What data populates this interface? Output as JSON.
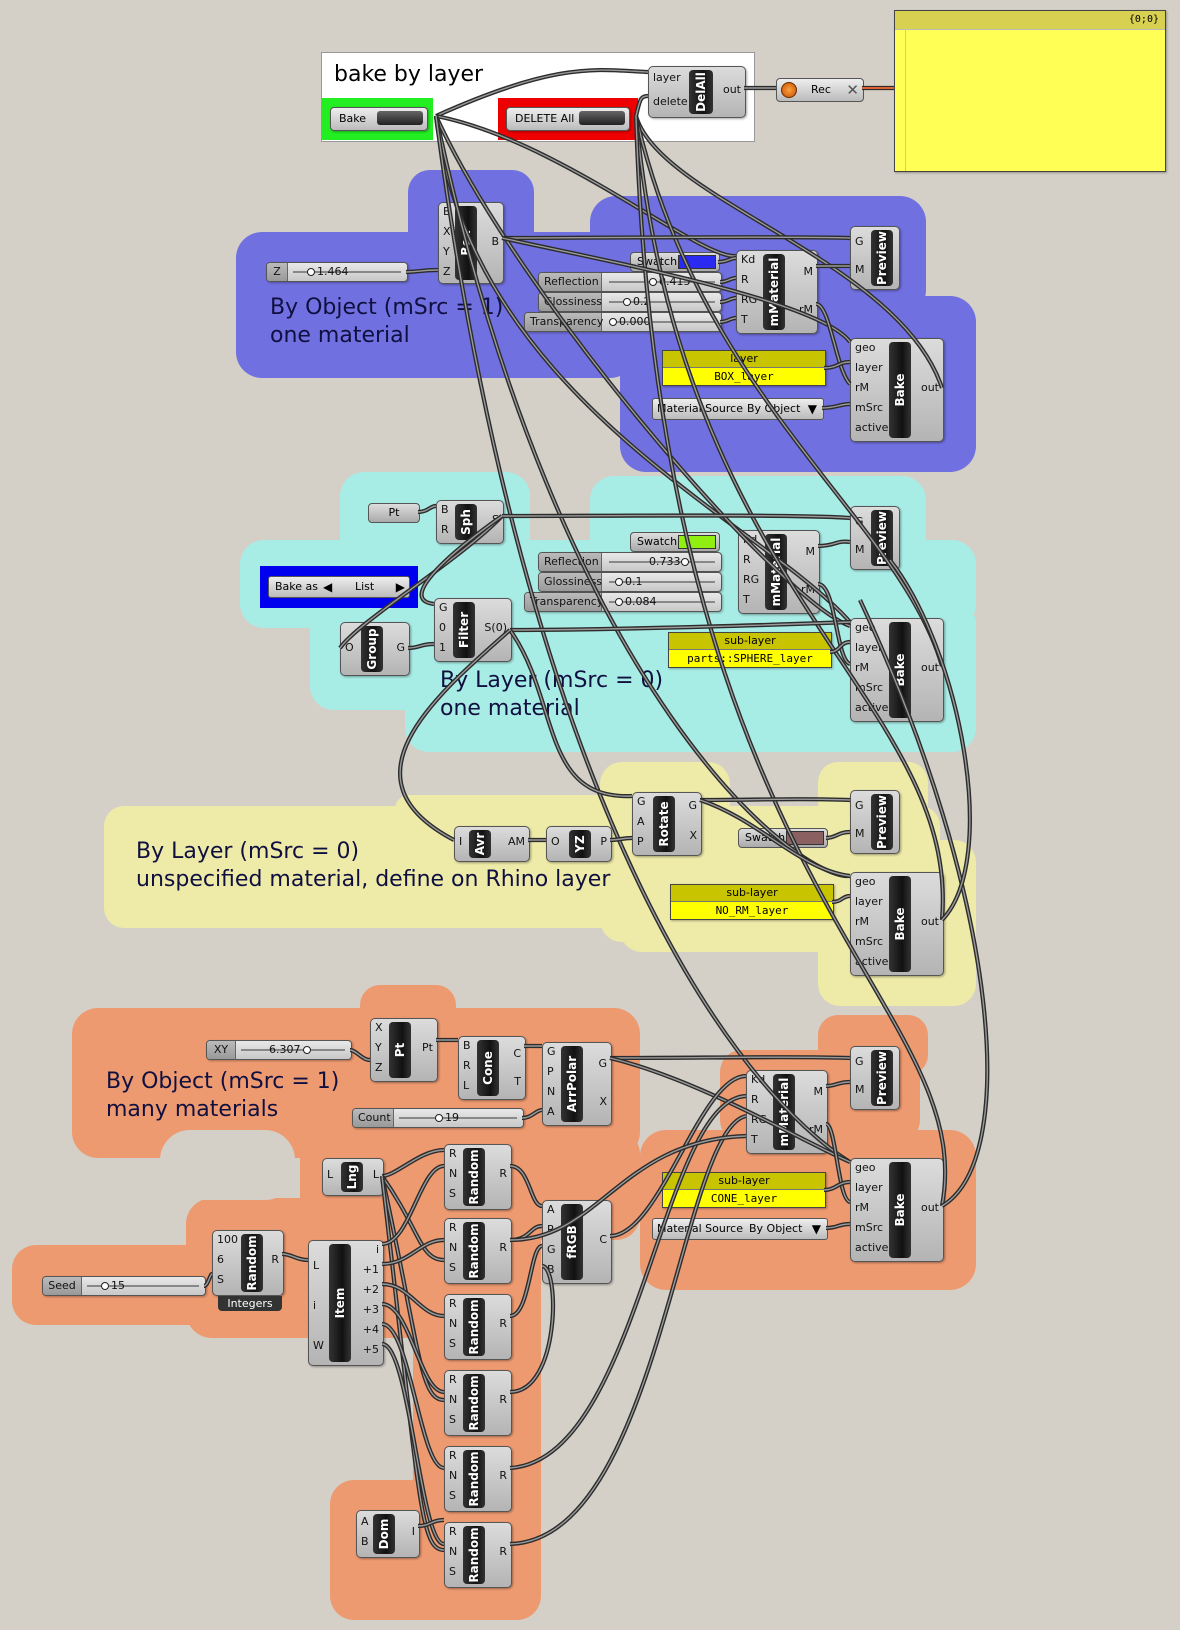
{
  "top": {
    "title": "bake by layer",
    "bake_label": "Bake",
    "delete_label": "DELETE All",
    "delall": {
      "name": "DelAll",
      "inputs": [
        "layer",
        "delete"
      ],
      "outputs": [
        "out"
      ]
    },
    "rec": {
      "label": "Rec"
    },
    "out_panel": {
      "header": "{0;0}"
    }
  },
  "groups": {
    "g1": "By Object (mSrc = 1)\none material",
    "g2": "By Layer (mSrc = 0)\none material",
    "g3": "By Layer (mSrc = 0)\nunspecified material, define on Rhino layer",
    "g4": "By Object (mSrc = 1)\nmany materials"
  },
  "pins": {
    "box_in": [
      "B",
      "X",
      "Y",
      "Z"
    ],
    "box_out": [
      "B"
    ],
    "mat_in": [
      "Kd",
      "R",
      "RG",
      "T"
    ],
    "mat_out": [
      "M",
      "rM"
    ],
    "preview_in": [
      "G",
      "M"
    ],
    "bake_in": [
      "geo",
      "layer",
      "rM",
      "mSrc",
      "active"
    ],
    "bake_out": [
      "out"
    ],
    "sph_in": [
      "B",
      "R"
    ],
    "sph_out": [
      "S"
    ],
    "filter_in": [
      "G",
      "0",
      "1"
    ],
    "filter_out": [
      "S(0)"
    ],
    "group_in": [
      "O"
    ],
    "group_out": [
      "G"
    ],
    "rot_in": [
      "G",
      "A",
      "P"
    ],
    "rot_out": [
      "G",
      "X"
    ],
    "avr_in": [
      "I"
    ],
    "avr_out": [
      "AM"
    ],
    "yz_in": [
      "O"
    ],
    "yz_out": [
      "P"
    ],
    "pt_in": [
      "X",
      "Y",
      "Z"
    ],
    "pt_out": [
      "Pt"
    ],
    "cone_in": [
      "B",
      "R",
      "L"
    ],
    "cone_out": [
      "C",
      "T"
    ],
    "arr_in": [
      "G",
      "P",
      "N",
      "A"
    ],
    "arr_out": [
      "G",
      "X"
    ],
    "lng_in": [
      "L"
    ],
    "lng_out": [
      "L"
    ],
    "rnd_in": [
      "R",
      "N",
      "S"
    ],
    "rnd_out": [
      "R"
    ],
    "frgb_in": [
      "A",
      "R",
      "G",
      "B"
    ],
    "frgb_out": [
      "C"
    ],
    "int_in": [
      "100",
      "6",
      "S"
    ],
    "int_out": [
      "R"
    ],
    "item_in": [
      "L",
      "i",
      "W"
    ],
    "item_out": [
      "i",
      "+1",
      "+2",
      "+3",
      "+4",
      "+5"
    ],
    "dom_in": [
      "A",
      "B"
    ],
    "dom_out": [
      "I"
    ]
  },
  "names": {
    "box": "Box",
    "mmaterial": "mMaterial",
    "preview": "Preview",
    "bake": "Bake",
    "sph": "Sph",
    "filter": "Filter",
    "group": "Group",
    "rotate": "Rotate",
    "avr": "Avr",
    "yz": "YZ",
    "pt": "Pt",
    "cone": "Cone",
    "arrpolar": "ArrPolar",
    "lng": "Lng",
    "random": "Random",
    "frgb": "fRGB",
    "item": "Item",
    "dom": "Dom",
    "integers": "Integers"
  },
  "s1": {
    "z": {
      "label": "Z",
      "value": "1.464"
    },
    "swatch": {
      "label": "Swatch",
      "color": "#2a2af0"
    },
    "reflection": {
      "label": "Reflection",
      "value": "0.415"
    },
    "glossiness": {
      "label": "Glossiness",
      "value": "0.2"
    },
    "transparency": {
      "label": "Transparency",
      "value": "0.000"
    },
    "layer_panel": {
      "header": "layer",
      "body": "BOX_layer"
    },
    "matsrc": {
      "label": "Material Source",
      "value": "By Object"
    }
  },
  "s2": {
    "pt": "Pt",
    "swatch": {
      "label": "Swatch",
      "color": "#90ee10"
    },
    "reflection": {
      "label": "Reflection",
      "value": "0.733"
    },
    "glossiness": {
      "label": "Glossiness",
      "value": "0.1"
    },
    "transparency": {
      "label": "Transparency",
      "value": "0.084"
    },
    "bakeas": {
      "label": "Bake as",
      "value": "List"
    },
    "layer_panel": {
      "header": "sub-layer",
      "body": "parts::SPHERE_layer"
    }
  },
  "s3": {
    "swatch": {
      "label": "Swatch",
      "color": "#8a6060"
    },
    "layer_panel": {
      "header": "sub-layer",
      "body": "NO_RM_layer"
    }
  },
  "s4": {
    "xy": {
      "label": "XY",
      "value": "6.307"
    },
    "count": {
      "label": "Count",
      "value": "19"
    },
    "seed": {
      "label": "Seed",
      "value": "15"
    },
    "layer_panel": {
      "header": "sub-layer",
      "body": "CONE_layer"
    },
    "matsrc": {
      "label": "Material Source",
      "value": "By Object"
    }
  },
  "colors": {
    "g1": "#7070e0",
    "g2": "#a8ece6",
    "g3": "#eeeaa8",
    "g4": "#ee9a70",
    "bake_green": "#22ee22",
    "delete_red": "#ee0000",
    "panel_yellow": "#ffff55"
  }
}
